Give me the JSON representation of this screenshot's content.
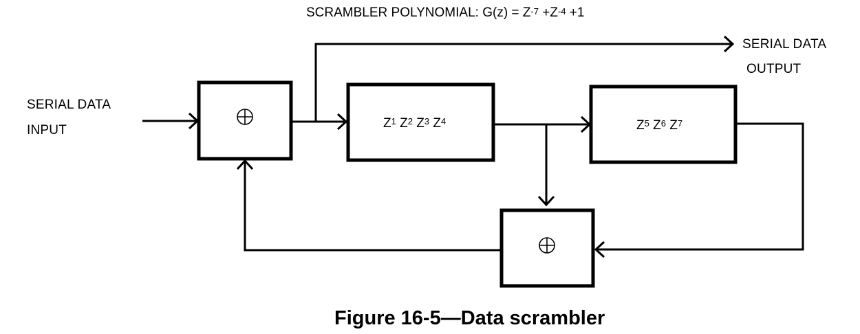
{
  "polynomial": {
    "prefix": "SCRAMBLER POLYNOMIAL: G(z) = Z",
    "exp1": "-7",
    "mid": " +Z",
    "exp2": "-4",
    "suffix": " +1"
  },
  "input": {
    "line1": "SERIAL DATA",
    "line2": "INPUT"
  },
  "output": {
    "line1": "SERIAL DATA",
    "line2": "OUTPUT"
  },
  "xor_symbol": "⊕",
  "register1": {
    "base": "Z",
    "exponents": [
      "1",
      "2",
      "3",
      "4"
    ]
  },
  "register2": {
    "base": "Z",
    "exponents": [
      "5",
      "6",
      "7"
    ]
  },
  "caption": "Figure 16-5—Data scrambler"
}
